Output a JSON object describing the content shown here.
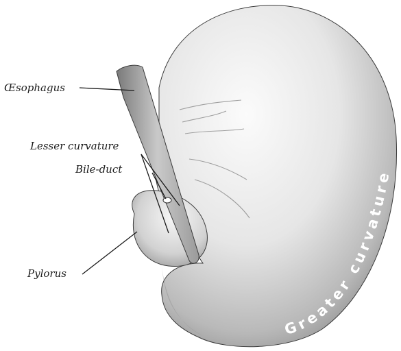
{
  "labels": {
    "oesophagus": "Œsophagus",
    "lesser_curvature": "Lesser curvature",
    "bile_duct": "Bile-duct",
    "pylorus": "Pylorus",
    "greater_curvature": "Greater curvature"
  },
  "colors": {
    "stomach_light": "#f4f4f4",
    "stomach_dark": "#8a8a8a",
    "text": "#1a1a1a"
  }
}
